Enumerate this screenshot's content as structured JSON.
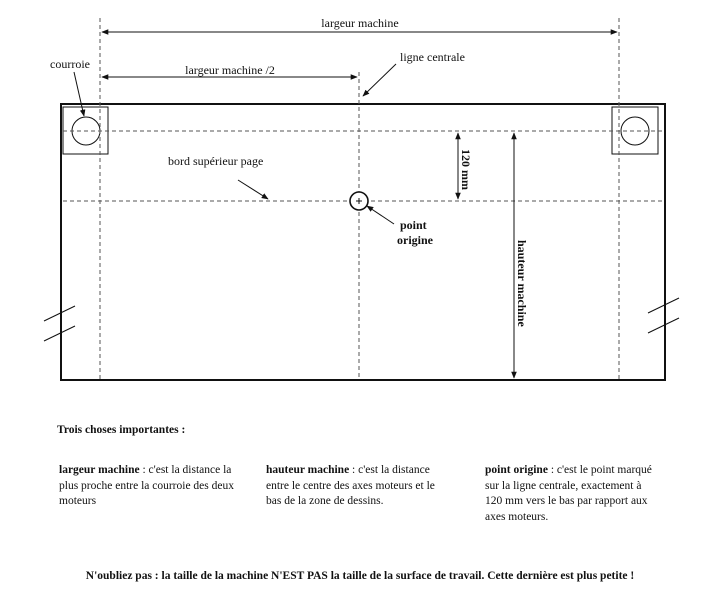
{
  "labels": {
    "machine_width": "largeur machine",
    "half_width": "largeur machine /2",
    "center_line": "ligne centrale",
    "belt": "courroie",
    "page_top_edge": "bord supérieur page",
    "offset": "120 mm",
    "origin_line1": "point",
    "origin_line2": "origine",
    "machine_height": "hauteur machine"
  },
  "notes": {
    "title": "Trois choses importantes :",
    "items": [
      {
        "term": "largeur machine",
        "text": " : c'est la distance la plus proche entre la courroie des deux moteurs"
      },
      {
        "term": "hauteur machine",
        "text": " : c'est la distance entre le centre des axes moteurs et le bas de la zone de dessins."
      },
      {
        "term": "point origine",
        "text": " : c'est le point marqué sur la ligne centrale, exactement à 120 mm vers le bas par rapport aux axes moteurs."
      }
    ]
  },
  "footer": "N'oubliez pas : la taille de la machine N'EST PAS la taille de la surface de travail. Cette dernière est plus petite !"
}
